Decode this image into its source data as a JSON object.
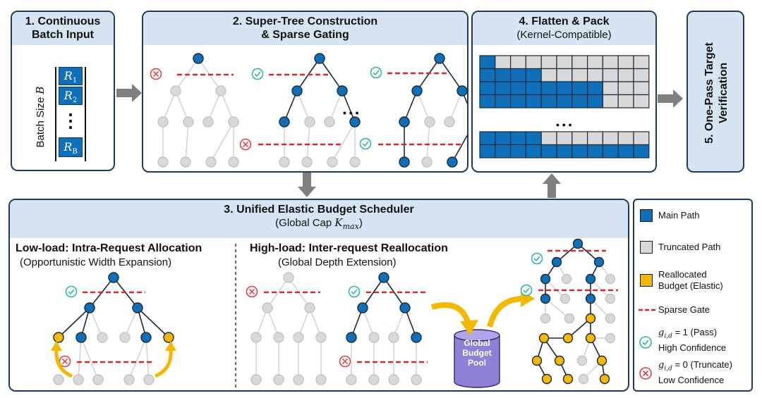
{
  "panel1": {
    "title_line1": "1. Continuous",
    "title_line2": "Batch Input",
    "axis_label": "Batch Size",
    "axis_var": "B",
    "rows": [
      "R",
      "R",
      "R"
    ],
    "row_subs": [
      "1",
      "2",
      "B"
    ],
    "ellipsis": "⋮"
  },
  "panel2": {
    "title_line1": "2. Super-Tree Construction",
    "title_line2": "& Sparse Gating",
    "ellipsis": "• • •"
  },
  "panel3": {
    "title": "3. Unified Elastic Budget Scheduler",
    "subtitle_prefix": "(Global Cap ",
    "subtitle_var": "K",
    "subtitle_sub": "max",
    "subtitle_suffix": ")",
    "left_title": "Low-load: Intra-Request Allocation",
    "left_sub": "(Opportunistic Width Expansion)",
    "right_title": "High-load: Inter-request Reallocation",
    "right_sub": "(Global Depth Extension)",
    "pool_line1": "Global",
    "pool_line2": "Budget",
    "pool_line3": "Pool"
  },
  "panel4": {
    "title": "4. Flatten & Pack",
    "subtitle": "(Kernel-Compatible)",
    "ellipsis": "• • •",
    "rows_top": [
      1,
      4,
      8,
      8
    ],
    "rows_bottom": [
      4,
      11
    ],
    "columns": 11
  },
  "panel5": {
    "title_line1": "5. One-Pass Target",
    "title_line2": "Verification"
  },
  "legend": {
    "main_path": "Main Path",
    "truncated_path": "Truncated Path",
    "reallocated_line1": "Reallocated",
    "reallocated_line2": "Budget (Elastic)",
    "sparse_gate": "Sparse Gate",
    "pass_formula": "g",
    "pass_sub": "i,d",
    "pass_text": " = 1 (Pass)",
    "pass_conf": "High Confidence",
    "trunc_formula": "g",
    "trunc_sub": "i,d",
    "trunc_text": " = 0 (Truncate)",
    "trunc_conf": "Low Confidence"
  },
  "colors": {
    "main": "#0f6fb8",
    "truncated": "#d9d9d9",
    "realloc": "#f5b800",
    "gate": "#d42a2a",
    "pass": "#2bb5a0",
    "fail": "#e23b3b",
    "border": "#1f3b5f",
    "header": "#d6e4f3",
    "pool": "#8f7fd6"
  }
}
